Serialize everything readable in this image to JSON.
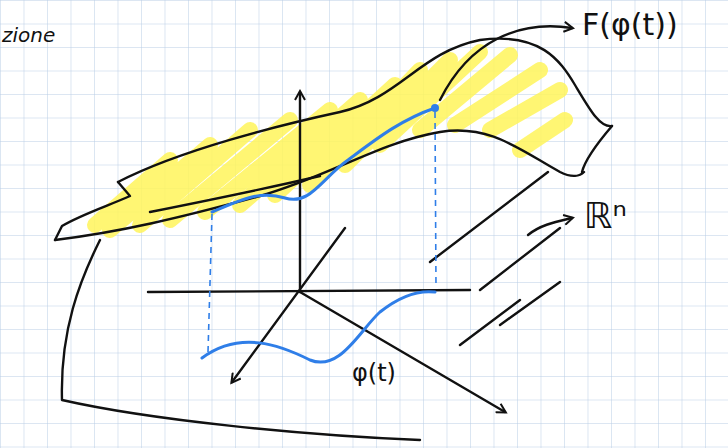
{
  "diagram": {
    "labels": [
      "zione",
      "F(φ(t))",
      "ℝⁿ",
      "φ(t)"
    ]
  }
}
